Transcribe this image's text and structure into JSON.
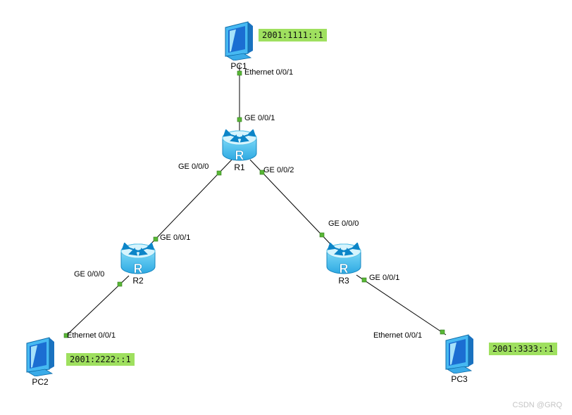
{
  "devices": [
    {
      "id": "pc1",
      "type": "pc",
      "label": "PC1",
      "ip": "2001:1111::1"
    },
    {
      "id": "r1",
      "type": "router",
      "label": "R1"
    },
    {
      "id": "r2",
      "type": "router",
      "label": "R2"
    },
    {
      "id": "r3",
      "type": "router",
      "label": "R3"
    },
    {
      "id": "pc2",
      "type": "pc",
      "label": "PC2",
      "ip": "2001:2222::1"
    },
    {
      "id": "pc3",
      "type": "pc",
      "label": "PC3",
      "ip": "2001:3333::1"
    }
  ],
  "links": [
    {
      "from": "PC1",
      "from_if": "Ethernet 0/0/1",
      "to": "R1",
      "to_if": "GE 0/0/1"
    },
    {
      "from": "R1",
      "from_if": "GE 0/0/0",
      "to": "R2",
      "to_if": "GE 0/0/1"
    },
    {
      "from": "R1",
      "from_if": "GE 0/0/2",
      "to": "R3",
      "to_if": "GE 0/0/0"
    },
    {
      "from": "R2",
      "from_if": "GE 0/0/0",
      "to": "PC2",
      "to_if": "Ethernet 0/0/1"
    },
    {
      "from": "R3",
      "from_if": "GE 0/0/1",
      "to": "PC3",
      "to_if": "Ethernet 0/0/1"
    }
  ],
  "icons": {
    "router_letter": "R",
    "pc": "pc-icon",
    "router": "router-icon"
  },
  "watermark": {
    "text": "CSDN @GRQ"
  },
  "colors": {
    "background": "#ffffff",
    "link_line": "#000000",
    "port_status_green": "#58b636",
    "ip_label_background": "#9fe05f",
    "router_fill": "#4fc3f7",
    "pc_fill": "#46b9f2"
  }
}
